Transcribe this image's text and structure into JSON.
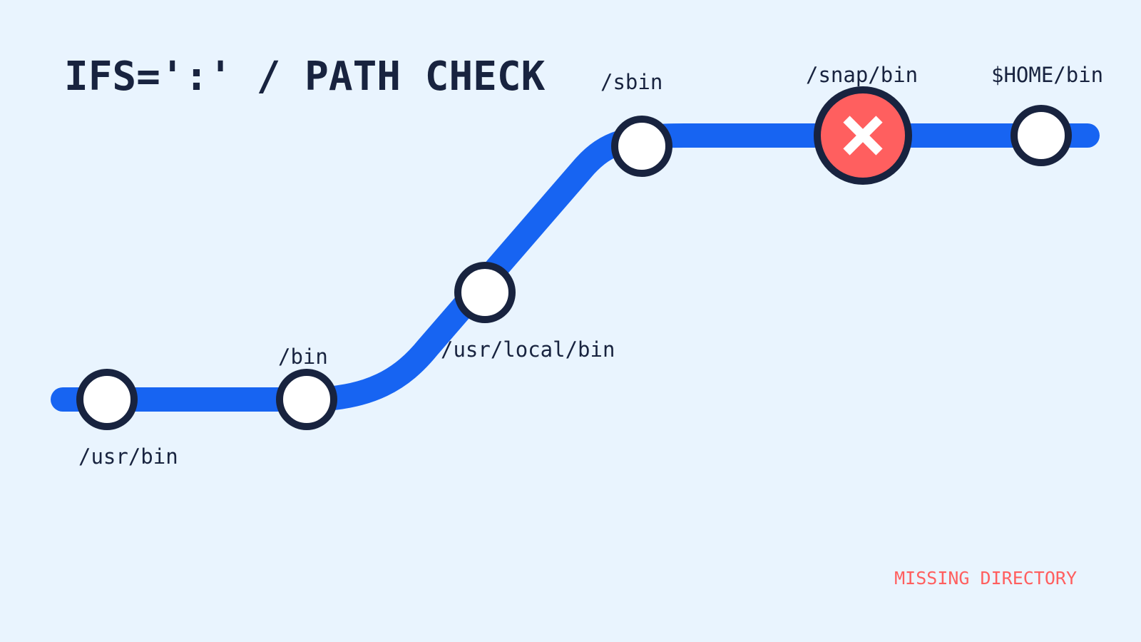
{
  "title": "IFS=':' / PATH CHECK",
  "colors": {
    "background": "#e9f4fe",
    "line": "#1764f2",
    "stroke": "#18233f",
    "ok_fill": "#ffffff",
    "missing_fill": "#ff5f5f",
    "missing_mark": "#ffffff"
  },
  "stops": [
    {
      "label": "/usr/bin",
      "status": "ok"
    },
    {
      "label": "/bin",
      "status": "ok"
    },
    {
      "label": "/usr/local/bin",
      "status": "ok"
    },
    {
      "label": "/sbin",
      "status": "ok"
    },
    {
      "label": "/snap/bin",
      "status": "missing",
      "icon": "x-icon"
    },
    {
      "label": "$HOME/bin",
      "status": "ok"
    }
  ],
  "legend": {
    "missing_label": "MISSING DIRECTORY"
  }
}
